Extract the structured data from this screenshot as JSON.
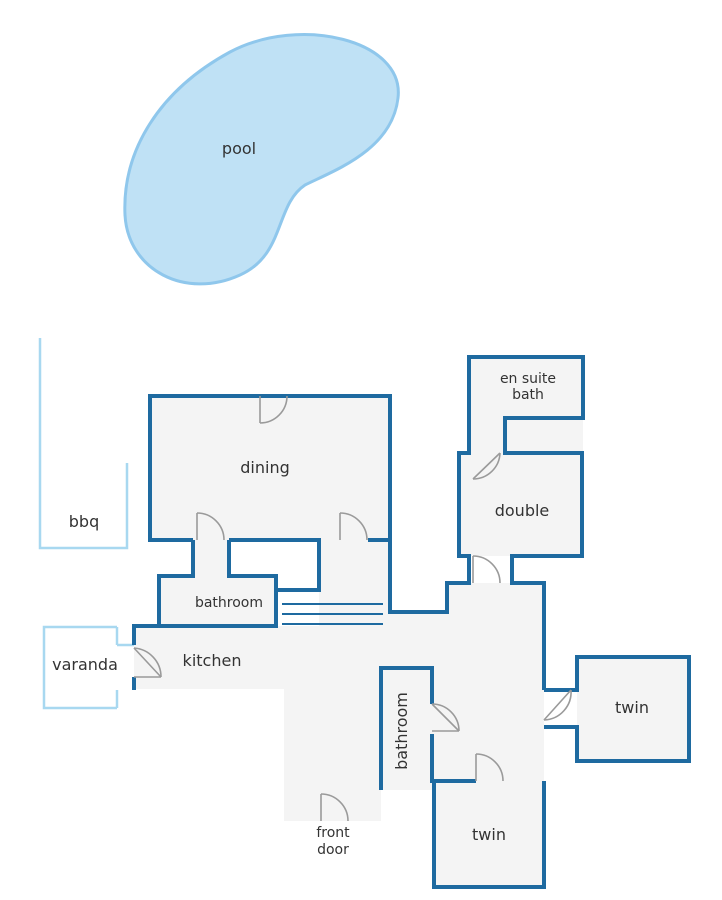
{
  "colors": {
    "wall": "#1e6aa0",
    "outdoor": "#a8d8f0",
    "floor": "#f4f4f4",
    "pool_fill": "#bfe1f5",
    "pool_stroke": "#8fc7ec",
    "door": "#9a9a9a",
    "text": "#333333"
  },
  "labels": {
    "pool": "pool",
    "bbq": "bbq",
    "dining": "dining",
    "bathroom_upper": "bathroom",
    "kitchen": "kitchen",
    "varanda": "varanda",
    "en_suite_line1": "en suite",
    "en_suite_line2": "bath",
    "double": "double",
    "bathroom_lower": "bathroom",
    "twin_right": "twin",
    "twin_bottom": "twin",
    "front_door_line1": "front",
    "front_door_line2": "door"
  }
}
